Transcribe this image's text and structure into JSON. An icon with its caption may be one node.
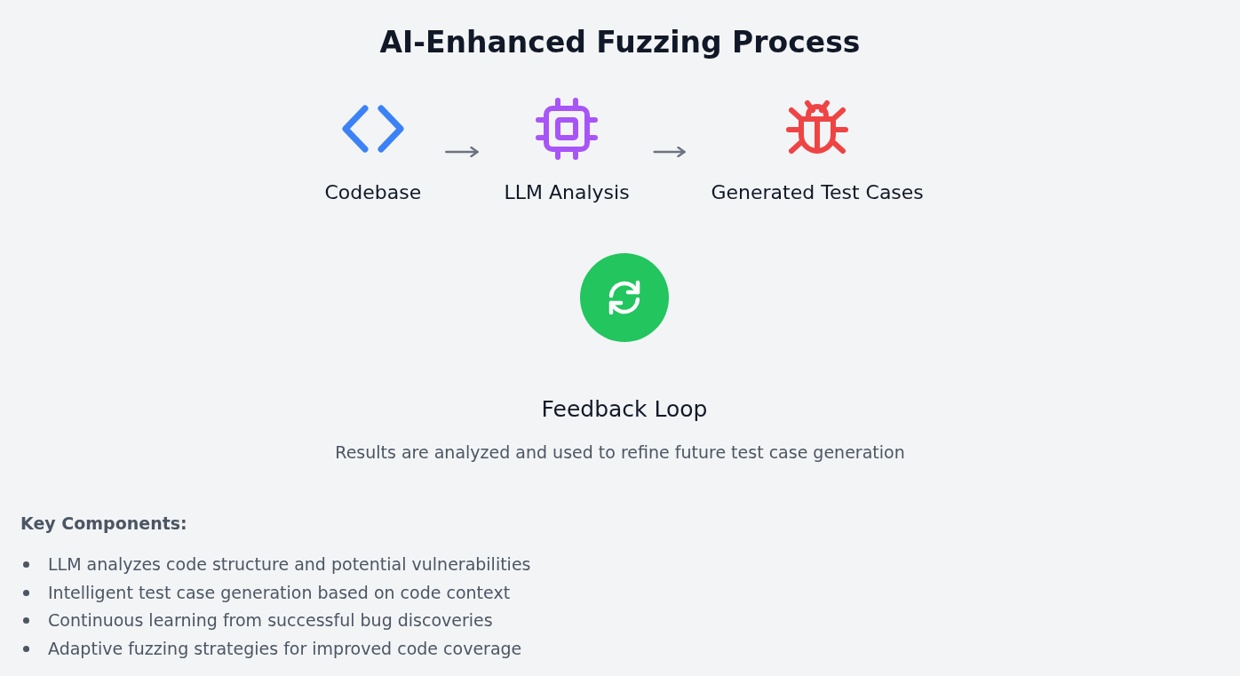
{
  "diagram": {
    "title": "AI-Enhanced Fuzzing Process",
    "nodes": [
      {
        "text": [
          "Codebase"
        ]
      },
      {
        "text": [
          "LLM Analysis"
        ]
      },
      {
        "text": [
          "Generated Test Cases"
        ]
      },
      {
        "text": [
          "Feedback Loop"
        ]
      }
    ],
    "edges": [
      {
        "from": 0,
        "to": 1,
        "arrow": "to"
      },
      {
        "from": 1,
        "to": 2,
        "arrow": "to"
      }
    ],
    "labels": [
      "Results are analyzed and used to refine future test case generation",
      "Key Components:",
      "LLM analyzes code structure and potential vulnerabilities",
      "Intelligent test case generation based on code context",
      "Continuous learning from successful bug discoveries",
      "Adaptive fuzzing strategies for improved code coverage"
    ]
  }
}
